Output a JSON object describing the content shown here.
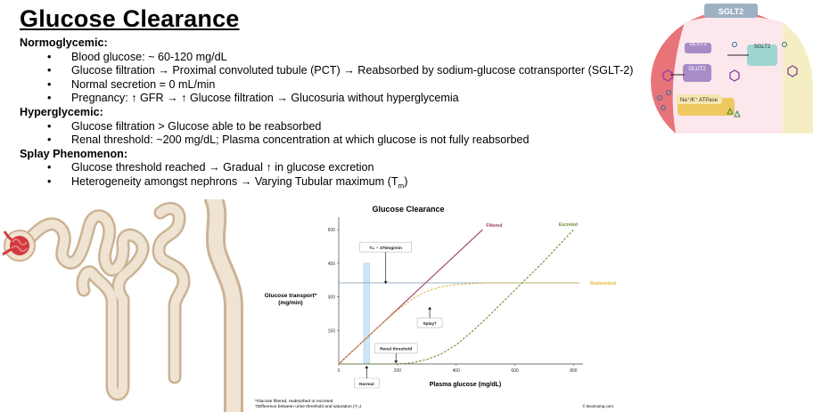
{
  "title": "Glucose Clearance",
  "sections": [
    {
      "heading": "Normoglycemic:",
      "items": [
        "Blood glucose: ~ 60-120 mg/dL",
        "Glucose filtration → Proximal convoluted tubule (PCT) → Reabsorbed by sodium-glucose cotransporter (SGLT-2)",
        "Normal secretion = 0 mL/min",
        "Pregnancy: ↑ GFR → ↑ Glucose filtration → Glucosuria without hyperglycemia"
      ]
    },
    {
      "heading": "Hyperglycemic:",
      "items": [
        "Glucose filtration > Glucose able to be reabsorbed",
        "Renal threshold: ~200 mg/dL; Plasma concentration at which glucose is not fully reabsorbed"
      ]
    },
    {
      "heading": "Splay Phenomenon:",
      "items": [
        "Glucose threshold reached → Gradual ↑ in glucose excretion"
      ]
    }
  ],
  "tm_item": {
    "pre": "Heterogeneity amongst nephrons → Varying Tubular maximum (T",
    "sub": "m",
    "post": ")"
  },
  "bullet": "•",
  "cell_diagram": {
    "header": "SGLT2",
    "glut1": "GLUT1",
    "glut2": "GLUT2",
    "sglt2": "SGLT2",
    "atpase": "Na⁺/K⁺ ATPase"
  },
  "chart_data": {
    "type": "line",
    "title": "Glucose Clearance",
    "xlabel": "Plasma glucose (mg/dL)",
    "ylabel": "Glucose transport* (mg/min)",
    "x_ticks": [
      0,
      200,
      400,
      600,
      800
    ],
    "y_ticks": [
      150,
      300,
      450,
      600
    ],
    "xlim": [
      0,
      820
    ],
    "ylim": [
      0,
      640
    ],
    "series": [
      {
        "name": "Filtered",
        "color": "#9c3d6a",
        "style": "solid",
        "x": [
          0,
          490
        ],
        "y": [
          0,
          600
        ]
      },
      {
        "name": "Reabsorbed",
        "color": "#e0b43c",
        "style": "dashed",
        "x": [
          0,
          150,
          200,
          250,
          300,
          350,
          400,
          500,
          600,
          820
        ],
        "y": [
          0,
          183,
          240,
          290,
          325,
          345,
          355,
          362,
          362,
          362
        ]
      },
      {
        "name": "Excreted",
        "color": "#6a8a2e",
        "style": "dashed",
        "x": [
          0,
          200,
          250,
          300,
          350,
          400,
          450,
          500,
          550,
          600,
          650,
          700,
          750,
          800
        ],
        "y": [
          0,
          0,
          5,
          20,
          45,
          85,
          140,
          200,
          265,
          330,
          395,
          460,
          530,
          600
        ]
      }
    ],
    "tm_line": {
      "y": 362,
      "color": "#8aa8c4"
    },
    "normal_band": {
      "x": [
        85,
        105
      ],
      "color": "#cfe6f4"
    },
    "annotations": {
      "tm": "Tₘ ~ 375mg/min",
      "splay": "Splay†",
      "renal_threshold": "Renal threshold",
      "normal": "Normal"
    },
    "footnotes": [
      "*Glucose filtered, reabsorbed or excreted",
      "†Difference between urine threshold and saturation (Tₘ)"
    ],
    "credit": "© Bootcamp.com"
  }
}
